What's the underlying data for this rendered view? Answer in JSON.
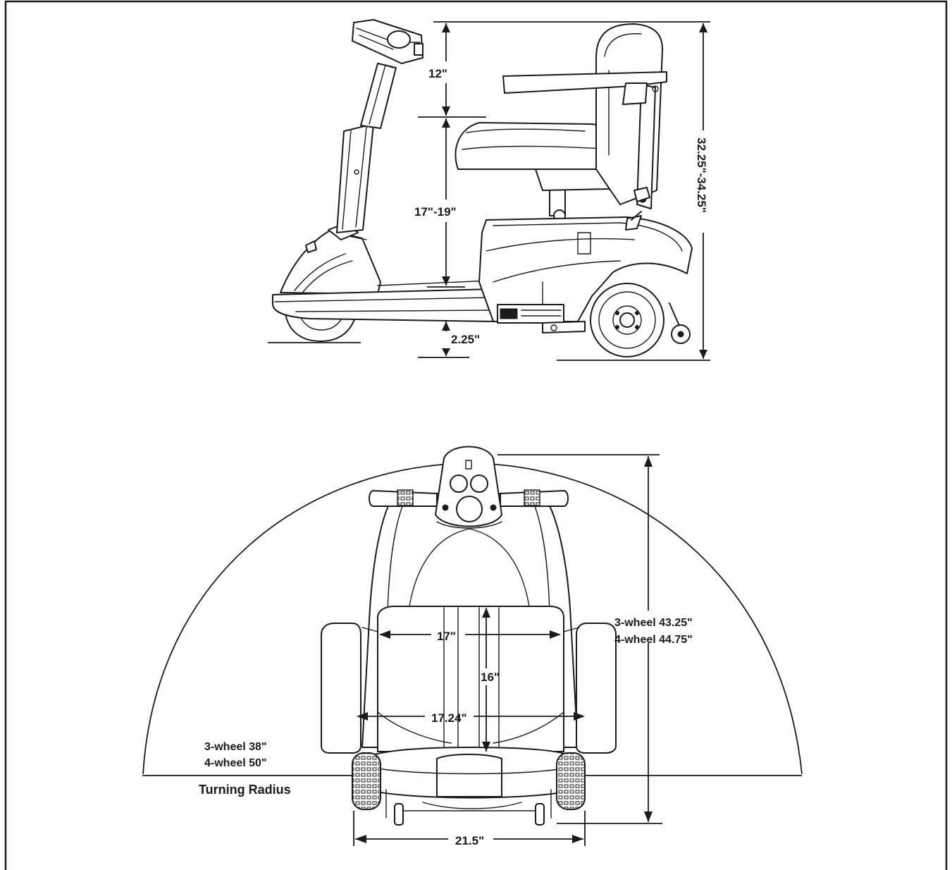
{
  "side_view": {
    "dimensions": {
      "backrest_height": "12\"",
      "seat_height": "17\"-19\"",
      "ground_clearance": "2.25\"",
      "overall_height": "32.25\"-34.25\""
    }
  },
  "top_view": {
    "dimensions": {
      "seat_width": "17\"",
      "seat_depth": "16\"",
      "armrest_width": "17.24\"",
      "overall_width": "21.5\"",
      "length_3wheel": "3-wheel 43.25\"",
      "length_4wheel": "4-wheel 44.75\"",
      "radius_3wheel": "3-wheel 38\"",
      "radius_4wheel": "4-wheel 50\""
    },
    "turning_radius_label": "Turning Radius"
  },
  "colors": {
    "ink": "#1a1a1a",
    "paper": "#ffffff"
  }
}
